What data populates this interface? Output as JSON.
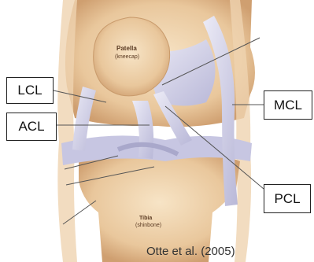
{
  "diagram": {
    "labels": {
      "lcl": "LCL",
      "acl": "ACL",
      "mcl": "MCL",
      "pcl": "PCL"
    },
    "anatomy_text": {
      "patella": "Patella",
      "patella_sub": "(kneecap)",
      "tibia": "Tibia",
      "tibia_sub": "(shinbone)"
    },
    "citation": "Otte et al. (2005)",
    "colors": {
      "bone": "#e7c69c",
      "bone_light": "#f5e1c2",
      "bone_shadow": "#c99b6c",
      "ligament": "#d4d3ea",
      "ligament_dark": "#a9a8cb",
      "background": "#ffffff"
    }
  }
}
